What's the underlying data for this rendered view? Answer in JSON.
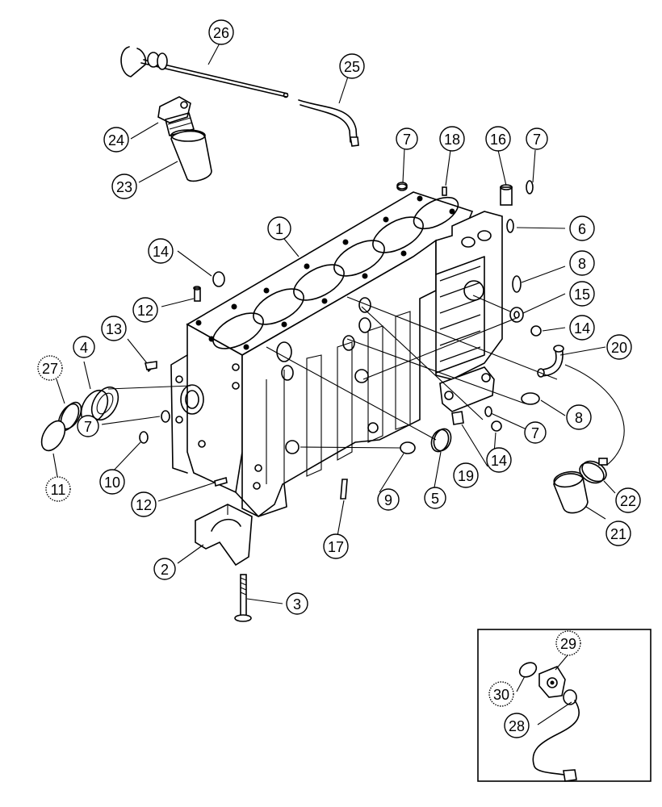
{
  "callouts": {
    "c1": "1",
    "c2": "2",
    "c3": "3",
    "c4": "4",
    "c5": "5",
    "c6": "6",
    "c7a": "7",
    "c7b": "7",
    "c7c": "7",
    "c7d": "7",
    "c8a": "8",
    "c8b": "8",
    "c9": "9",
    "c10": "10",
    "c11": "11",
    "c12a": "12",
    "c12b": "12",
    "c13": "13",
    "c14a": "14",
    "c14b": "14",
    "c14c": "14",
    "c15": "15",
    "c16": "16",
    "c17": "17",
    "c18": "18",
    "c19": "19",
    "c20": "20",
    "c21": "21",
    "c22": "22",
    "c23": "23",
    "c24": "24",
    "c25": "25",
    "c26": "26",
    "c27": "27",
    "c28": "28",
    "c29": "29",
    "c30": "30"
  }
}
